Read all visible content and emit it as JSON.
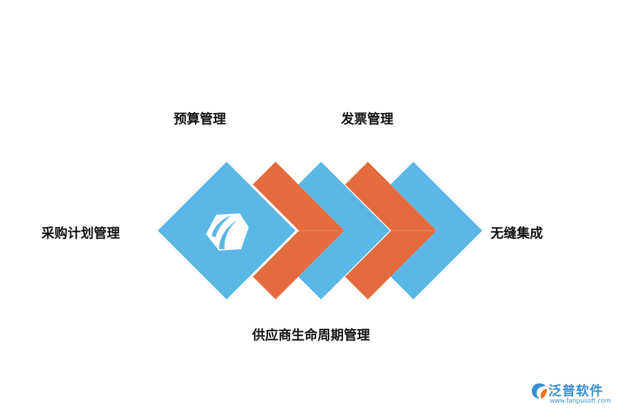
{
  "labels": {
    "budget": "预算管理",
    "invoice": "发票管理",
    "procurement_plan": "采购计划管理",
    "integration": "无缝集成",
    "supplier_lifecycle": "供应商生命周期管理"
  },
  "watermark": {
    "brand_name": "泛普软件",
    "url": "www.fanpusoft.com"
  },
  "colors": {
    "blue": "#5bb8e6",
    "orange": "#e46b3d",
    "label_text": "#111111",
    "watermark_blue": "#3b8fd0",
    "watermark_orange": "#e8762f"
  },
  "shapes": {
    "sequence": [
      "diamond-blue",
      "chevron-orange",
      "chevron-blue",
      "chevron-orange",
      "chevron-blue"
    ],
    "center_icon": "hexagon-logo-icon"
  }
}
